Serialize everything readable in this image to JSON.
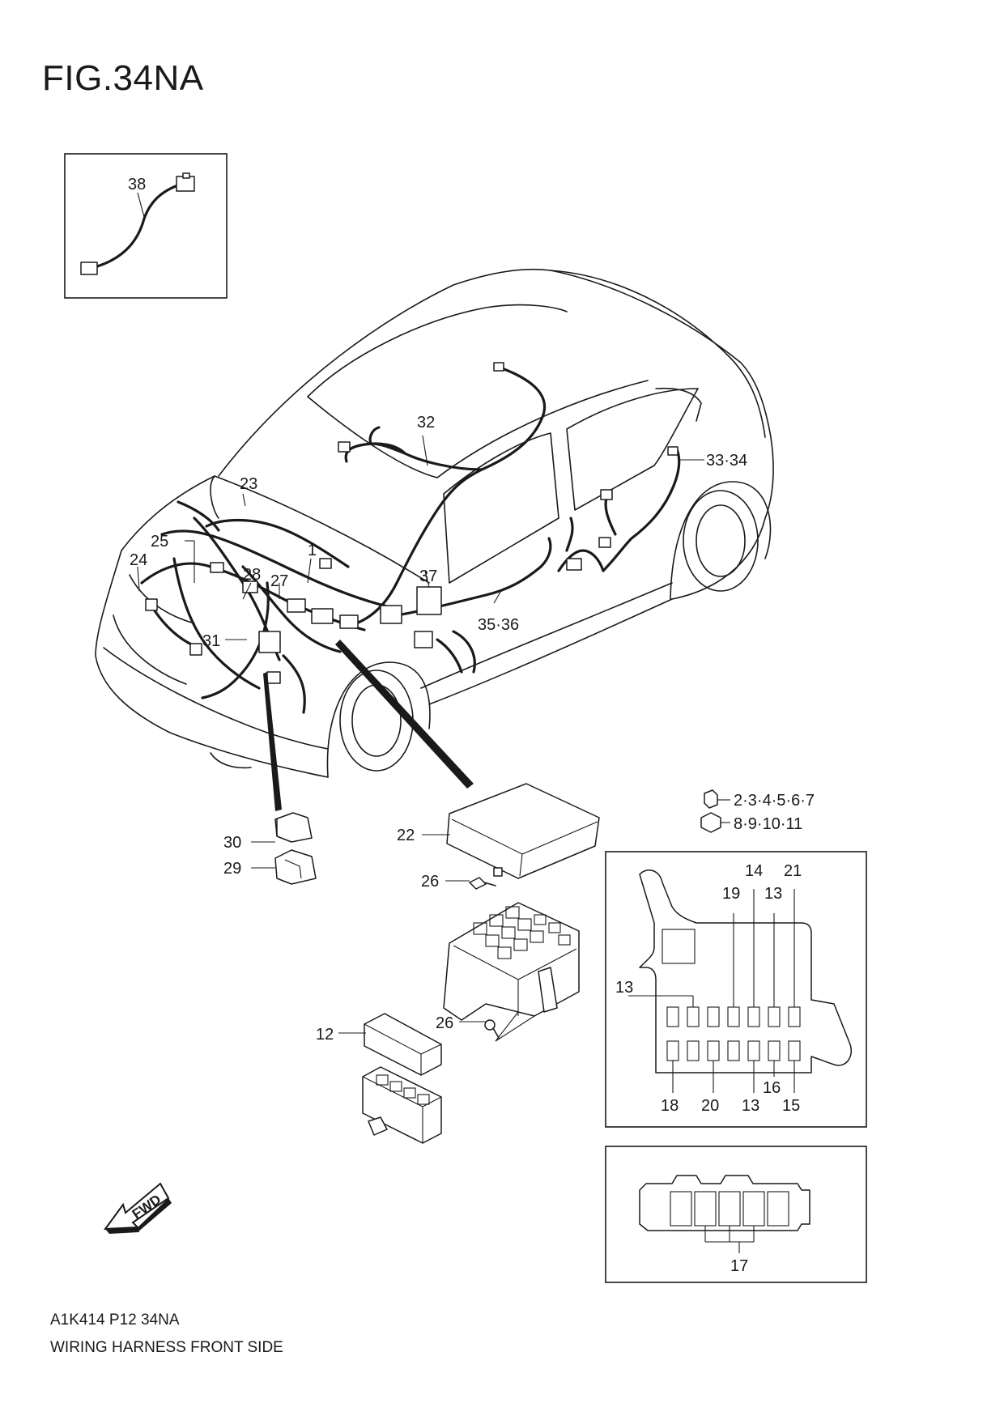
{
  "header": {
    "figure_title": "FIG.34NA"
  },
  "footer": {
    "code": "A1K414 P12 34NA",
    "title": "WIRING HARNESS FRONT SIDE"
  },
  "fwd_label": "FWD",
  "callouts": {
    "c38": "38",
    "c32": "32",
    "c33_34": "33·34",
    "c23": "23",
    "c25": "25",
    "c1": "1",
    "c24": "24",
    "c28": "28",
    "c27": "27",
    "c37": "37",
    "c35_36": "35·36",
    "c31": "31",
    "c2_7": "2·3·4·5·6·7",
    "c8_11": "8·9·10·11",
    "c30": "30",
    "c29": "29",
    "c22": "22",
    "c26a": "26",
    "c26b": "26",
    "c12": "12",
    "fb_14": "14",
    "fb_21": "21",
    "fb_19": "19",
    "fb_13a": "13",
    "fb_13b": "13",
    "fb_18": "18",
    "fb_20": "20",
    "fb_13c": "13",
    "fb_16": "16",
    "fb_15": "15",
    "c17": "17"
  }
}
